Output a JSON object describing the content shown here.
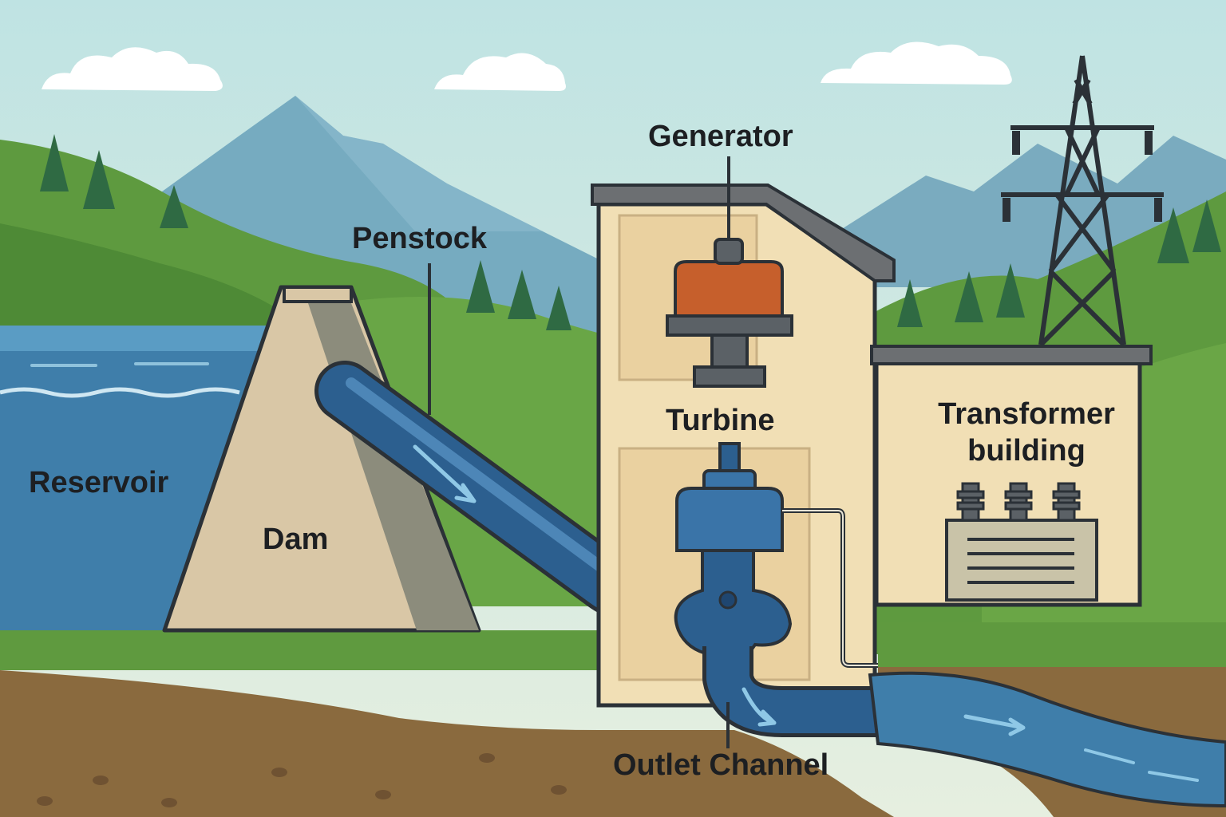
{
  "labels": {
    "generator": "Generator",
    "penstock": "Penstock",
    "turbine": "Turbine",
    "reservoir": "Reservoir",
    "dam": "Dam",
    "transformer_line1": "Transformer",
    "transformer_line2": "building",
    "outlet_channel": "Outlet Channel"
  },
  "colors": {
    "sky": "#cfe8e6",
    "mountain": "#6fa4b8",
    "hill": "#5f9a3f",
    "water": "#3f7eaa",
    "pipe": "#2c5f8f",
    "dam": "#d9c7a6",
    "building": "#f1dfb5",
    "generator": "#c65f2c",
    "soil": "#8a6a3e",
    "outline": "#2b3137"
  },
  "icons": [
    "cloud-icon",
    "pine-tree-icon",
    "transmission-tower-icon",
    "transformer-icon",
    "flow-arrow-icon"
  ]
}
